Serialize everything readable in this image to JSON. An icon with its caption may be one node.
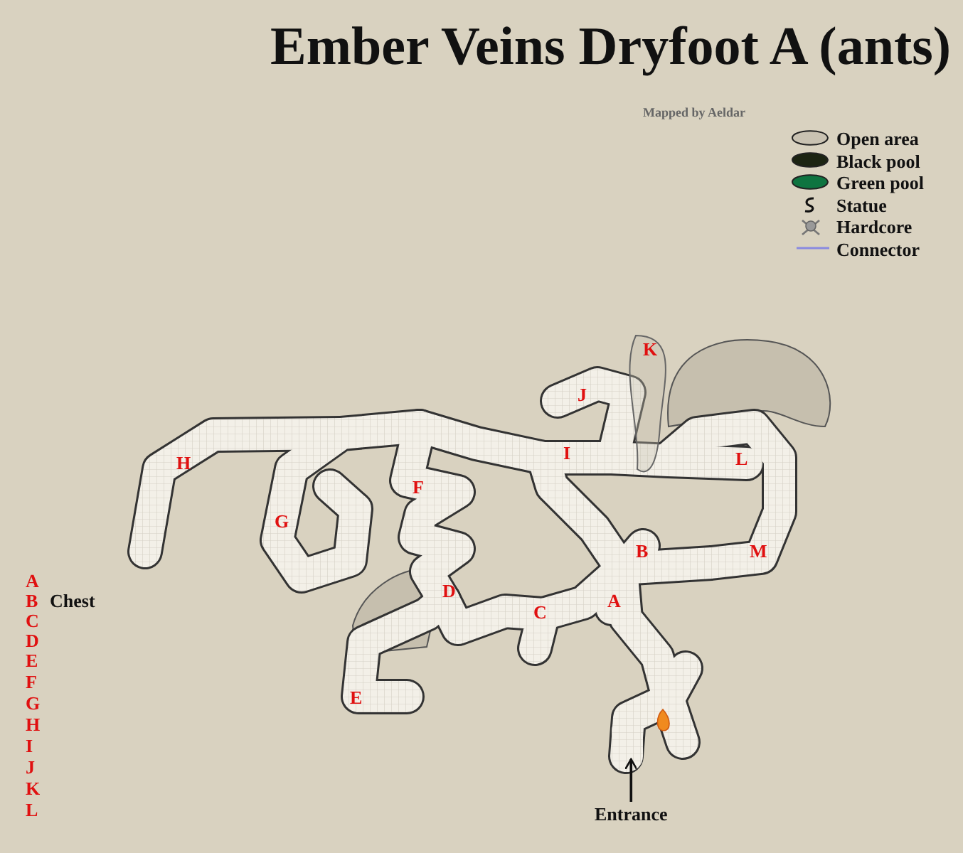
{
  "diagram": {
    "title": "Ember Veins Dryfoot A (ants)",
    "nodes": [
      {
        "text": [
          "Entrance"
        ]
      },
      {
        "text": [],
        "shape": "picture"
      }
    ],
    "edges": [
      {
        "from": 0,
        "to": 1,
        "arrow": "to"
      }
    ],
    "labels": [
      "Mapped by Aeldar",
      "K",
      "J",
      "I",
      "H",
      "L",
      "F",
      "G",
      "B",
      "M",
      "D",
      "C",
      "A",
      "E",
      "A",
      "B",
      "Chest",
      "C",
      "D",
      "E",
      "F",
      "G",
      "H",
      "I",
      "J",
      "K",
      "L"
    ],
    "legend": [
      {
        "text": "Open area",
        "color": "#c9c2b2"
      },
      {
        "text": "Black pool",
        "color": "#1c2412"
      },
      {
        "text": "Green pool",
        "color": "#0e7440"
      },
      {
        "text": "Statue"
      },
      {
        "text": "Hardcore"
      },
      {
        "text": "Connector"
      }
    ]
  }
}
